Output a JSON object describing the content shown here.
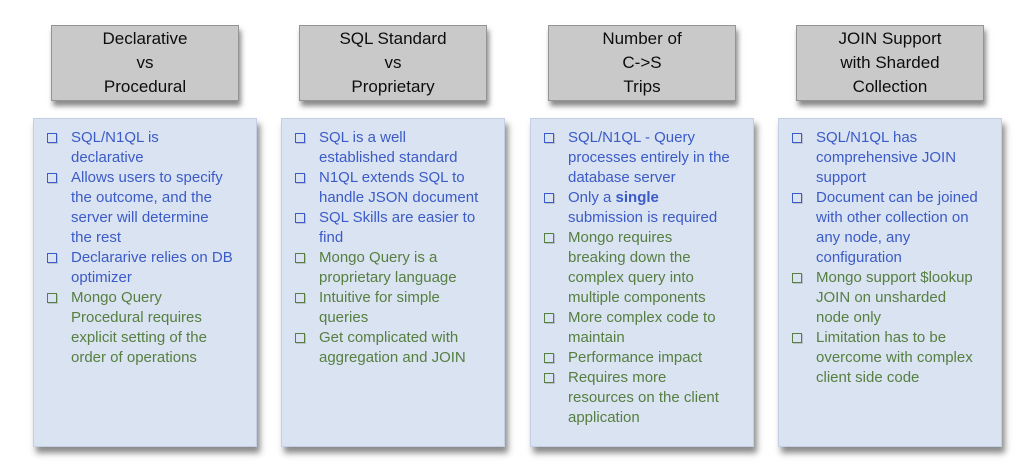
{
  "colors": {
    "blue": "#3b5bc7",
    "green": "#567f40",
    "header_bg": "#c9c9c9",
    "panel_bg": "#dae3f2"
  },
  "columns": [
    {
      "header_lines": [
        "Declarative",
        "vs",
        "Procedural"
      ],
      "items": [
        {
          "color": "blue",
          "segments": [
            {
              "text": "SQL/N1QL is declarative",
              "bold": false
            }
          ]
        },
        {
          "color": "blue",
          "segments": [
            {
              "text": "Allows users to specify the outcome, and the server will determine the rest",
              "bold": false
            }
          ]
        },
        {
          "color": "blue",
          "segments": [
            {
              "text": "Declararive relies on DB optimizer",
              "bold": false
            }
          ]
        },
        {
          "color": "green",
          "segments": [
            {
              "text": "Mongo Query Procedural requires explicit setting of the order of operations",
              "bold": false
            }
          ]
        }
      ]
    },
    {
      "header_lines": [
        "SQL Standard",
        "vs",
        "Proprietary"
      ],
      "items": [
        {
          "color": "blue",
          "segments": [
            {
              "text": "SQL is a well established standard",
              "bold": false
            }
          ]
        },
        {
          "color": "blue",
          "segments": [
            {
              "text": "N1QL extends SQL to handle JSON document",
              "bold": false
            }
          ]
        },
        {
          "color": "blue",
          "segments": [
            {
              "text": "SQL Skills are easier to find",
              "bold": false
            }
          ]
        },
        {
          "color": "green",
          "segments": [
            {
              "text": "Mongo Query is a proprietary language",
              "bold": false
            }
          ]
        },
        {
          "color": "green",
          "segments": [
            {
              "text": "Intuitive for simple queries",
              "bold": false
            }
          ]
        },
        {
          "color": "green",
          "segments": [
            {
              "text": "Get complicated with aggregation and JOIN",
              "bold": false
            }
          ]
        }
      ]
    },
    {
      "header_lines": [
        "Number of",
        "C->S",
        "Trips"
      ],
      "items": [
        {
          "color": "blue",
          "segments": [
            {
              "text": "SQL/N1QL - Query processes entirely in the database server",
              "bold": false
            }
          ]
        },
        {
          "color": "blue",
          "segments": [
            {
              "text": "Only a ",
              "bold": false
            },
            {
              "text": "single",
              "bold": true
            },
            {
              "text": " submission is required",
              "bold": false
            }
          ]
        },
        {
          "color": "green",
          "segments": [
            {
              "text": "Mongo requires breaking down the complex query into multiple components",
              "bold": false
            }
          ]
        },
        {
          "color": "green",
          "segments": [
            {
              "text": "More complex code to maintain",
              "bold": false
            }
          ]
        },
        {
          "color": "green",
          "segments": [
            {
              "text": "Performance impact",
              "bold": false
            }
          ]
        },
        {
          "color": "green",
          "segments": [
            {
              "text": "Requires more resources on the client application",
              "bold": false
            }
          ]
        }
      ]
    },
    {
      "header_lines": [
        "JOIN Support",
        "with Sharded",
        "Collection"
      ],
      "items": [
        {
          "color": "blue",
          "segments": [
            {
              "text": "SQL/N1QL has comprehensive JOIN support",
              "bold": false
            }
          ]
        },
        {
          "color": "blue",
          "segments": [
            {
              "text": "Document can be joined with other collection on any node, any configuration",
              "bold": false
            }
          ]
        },
        {
          "color": "green",
          "segments": [
            {
              "text": "Mongo support $lookup JOIN on unsharded node only",
              "bold": false
            }
          ]
        },
        {
          "color": "green",
          "segments": [
            {
              "text": "Limitation has to be overcome with complex client side code",
              "bold": false
            }
          ]
        }
      ]
    }
  ]
}
